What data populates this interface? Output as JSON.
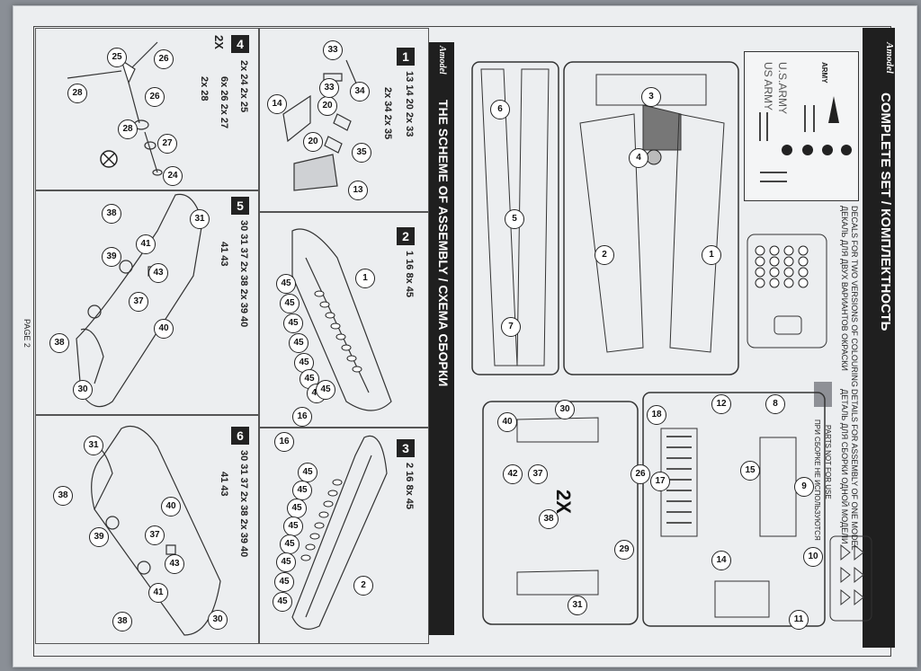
{
  "page": {
    "label": "PAGE 2"
  },
  "complete_set": {
    "brand": "Amodel",
    "title": "COMPLETE SET / КОМПЛЕКТНОСТЬ",
    "decals_note_en": "DECALS FOR TWO VERSIONS OF COLOURING",
    "decals_note_ru": "ДЕКАЛЬ ДЛЯ ДВУХ ВАРИАНТОВ ОКРАСКИ",
    "details_note_en": "DETAILS FOR ASSEMBLY OF ONE MODEL",
    "details_note_ru": "ДЕТАЛЬ ДЛЯ СБОРКИ ОДНОЙ МОДЕЛИ",
    "unused_note_en": "PARTS NOT FOR USE",
    "unused_note_ru": "ПРИ СБОРКЕ НЕ ИСПОЛЬЗУЮТСЯ",
    "decal_texts": [
      "ARMY",
      "U.S.ARMY",
      "US ARMY"
    ],
    "sprue_label": "2X"
  },
  "assembly": {
    "brand": "Amodel",
    "title": "THE SCHEME OF ASSEMBLY / СХЕМА СБОРКИ",
    "steps": [
      {
        "n": "1",
        "line1": "13 14 20 2x 33",
        "line2": "2x 34 2x 35"
      },
      {
        "n": "2",
        "line1": "1 16 8x 45",
        "line2": ""
      },
      {
        "n": "3",
        "line1": "2 16 8x 45",
        "line2": ""
      },
      {
        "n": "4",
        "line1": "2x 24 2x 25",
        "line2": "6x 26 2x 27",
        "line3": "2x 28",
        "multiplier": "2X"
      },
      {
        "n": "5",
        "line1": "30 31 37 2x 38 2x 39 40",
        "line2": "41 43"
      },
      {
        "n": "6",
        "line1": "30 31 37 2x 38 2x 39 40",
        "line2": "41 43"
      }
    ],
    "part_numbers": {
      "step1": [
        "13",
        "14",
        "20",
        "33",
        "34",
        "35",
        "33",
        "20"
      ],
      "step2": [
        "1",
        "16",
        "45",
        "45",
        "45",
        "45",
        "45",
        "45",
        "45",
        "45"
      ],
      "step3": [
        "2",
        "16",
        "45",
        "45",
        "45",
        "45",
        "45",
        "45",
        "45",
        "45"
      ],
      "step4": [
        "25",
        "26",
        "28",
        "26",
        "28",
        "27",
        "24"
      ],
      "step5": [
        "38",
        "31",
        "41",
        "43",
        "37",
        "39",
        "38",
        "30",
        "40"
      ],
      "step6": [
        "31",
        "38",
        "40",
        "37",
        "43",
        "41",
        "39",
        "38",
        "30"
      ]
    }
  },
  "colors": {
    "ink": "#222222",
    "paper": "#eceef0",
    "header": "#1f1f1f",
    "background": "#8a8f96",
    "shade": "#8e9096"
  }
}
